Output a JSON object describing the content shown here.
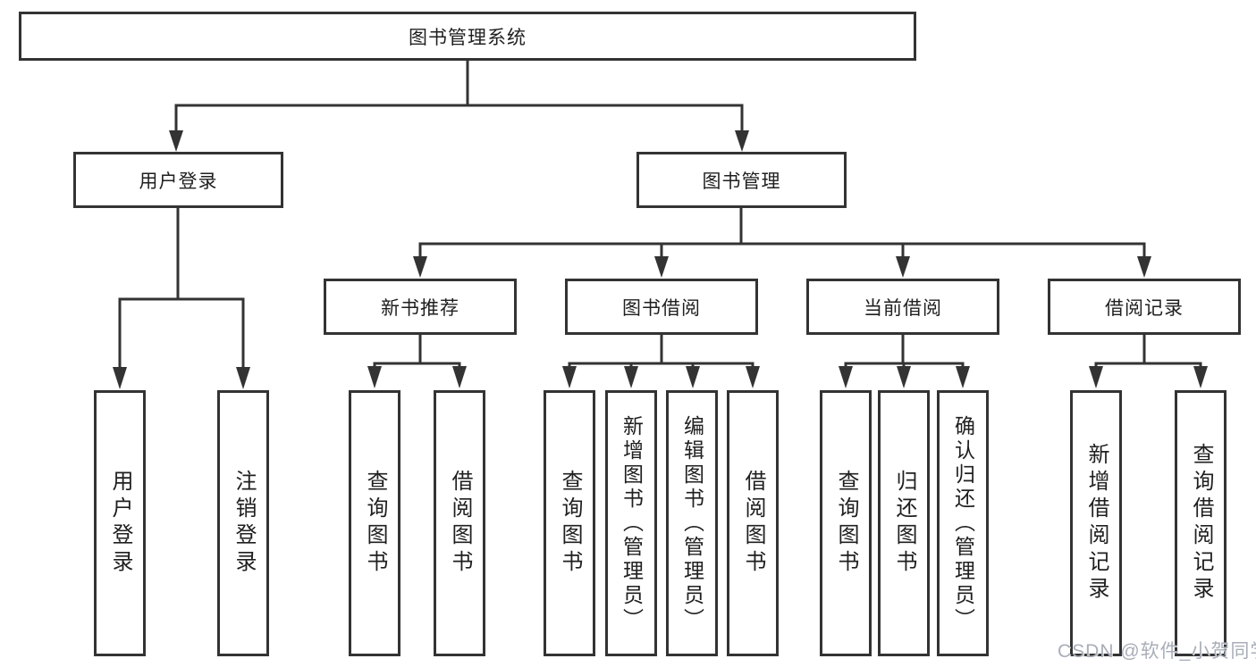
{
  "colors": {
    "line": "#333333",
    "node_border": "#333333",
    "node_fill": "#ffffff",
    "node_text": "#1f1f1f",
    "watermark_text": "#a8aeb9",
    "background": "#ffffff"
  },
  "root": {
    "label": "图书管理系统"
  },
  "branches": [
    {
      "label": "用户登录",
      "leaves": [
        {
          "label": "用户登录"
        },
        {
          "label": "注销登录"
        }
      ]
    },
    {
      "label": "图书管理",
      "children": [
        {
          "label": "新书推荐",
          "leaves": [
            {
              "label": "查询图书"
            },
            {
              "label": "借阅图书"
            }
          ]
        },
        {
          "label": "图书借阅",
          "leaves": [
            {
              "label": "查询图书"
            },
            {
              "label": "新增图书（管理员）"
            },
            {
              "label": "编辑图书（管理员）"
            },
            {
              "label": "借阅图书"
            }
          ]
        },
        {
          "label": "当前借阅",
          "leaves": [
            {
              "label": "查询图书"
            },
            {
              "label": "归还图书"
            },
            {
              "label": "确认归还（管理员）"
            }
          ]
        },
        {
          "label": "借阅记录",
          "leaves": [
            {
              "label": "新增借阅记录"
            },
            {
              "label": "查询借阅记录"
            }
          ]
        }
      ]
    }
  ],
  "watermark": {
    "text": "CSDN @软件_小贺同学"
  }
}
